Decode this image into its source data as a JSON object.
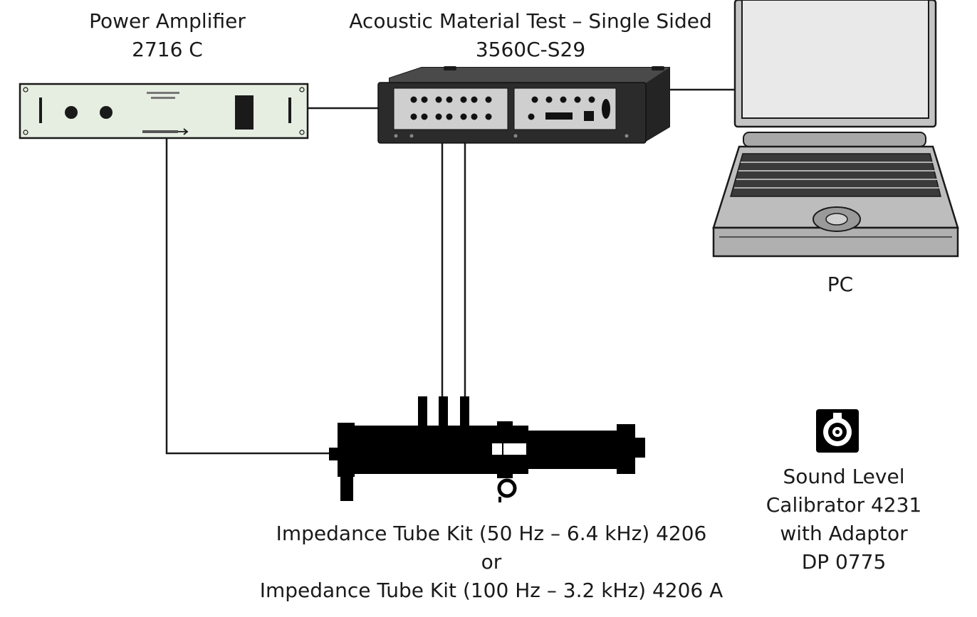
{
  "power_amplifier": {
    "name": "Power Amplifier",
    "model": "2716 C"
  },
  "analyzer": {
    "name": "Acoustic Material Test – Single Sided",
    "model": "3560C-S29"
  },
  "pc": {
    "name": "PC"
  },
  "calibrator": {
    "line1": "Sound Level",
    "line2": "Calibrator 4231",
    "line3": "with Adaptor",
    "line4": "DP 0775"
  },
  "impedance_tube": {
    "line1": "Impedance Tube Kit (50 Hz –  6.4 kHz) 4206",
    "line2": "or",
    "line3": "Impedance Tube Kit (100 Hz –  3.2 kHz) 4206 A"
  },
  "colors": {
    "line": "#1a1a1a",
    "amplifier_panel": "#e6ede1",
    "analyzer_body": "#2d2d2d",
    "laptop_gray": "#bdbdbd",
    "screen": "#e9e9e9",
    "tube": "#000000"
  }
}
